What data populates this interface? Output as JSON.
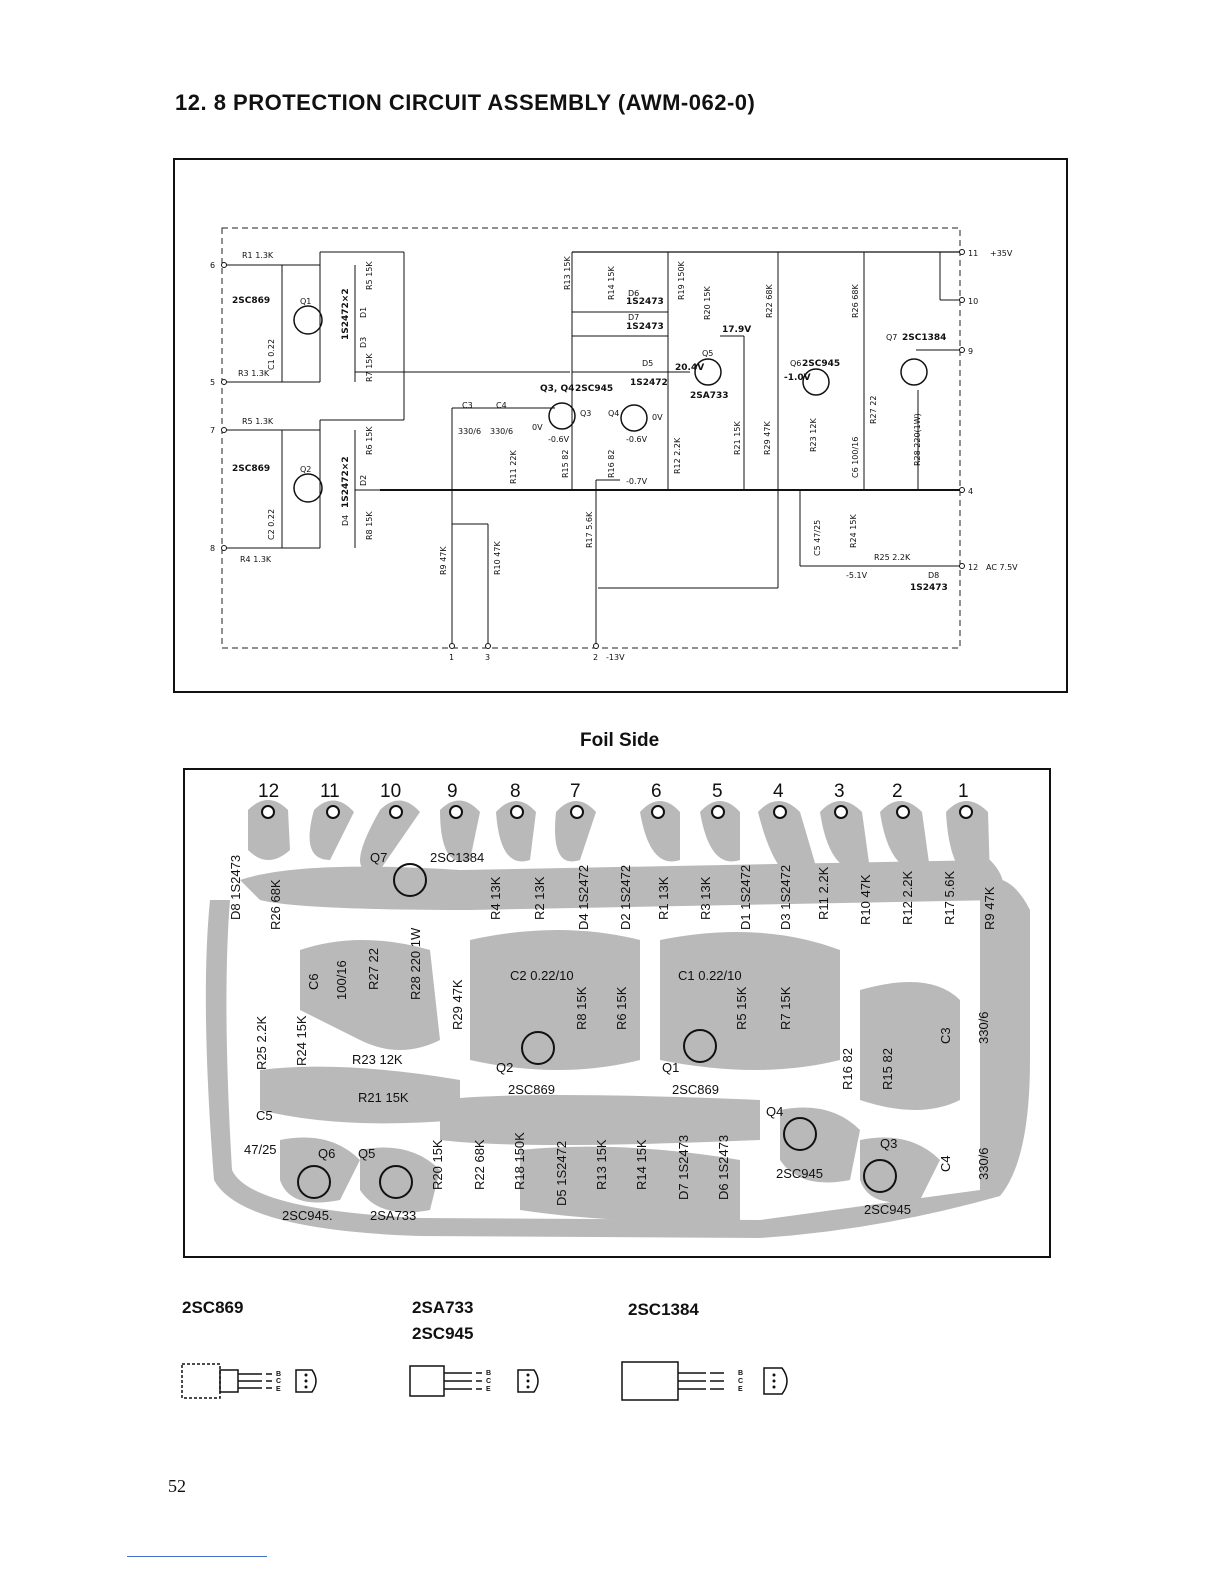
{
  "title": "12. 8 PROTECTION CIRCUIT ASSEMBLY (AWM-062-0)",
  "foil_side_label": "Foil Side",
  "page_number": "52",
  "schematic": {
    "terminals_right": [
      {
        "num": "11",
        "label": "+35V"
      },
      {
        "num": "10",
        "label": ""
      },
      {
        "num": "9",
        "label": ""
      },
      {
        "num": "4",
        "label": ""
      },
      {
        "num": "12",
        "label": "AC 7.5V"
      }
    ],
    "terminals_left": [
      "6",
      "5",
      "7",
      "8"
    ],
    "terminals_bottom": [
      {
        "num": "1",
        "label": ""
      },
      {
        "num": "3",
        "label": ""
      },
      {
        "num": "2",
        "label": "-13V"
      }
    ],
    "labels": {
      "r1": "R1 1.3K",
      "r3": "R3 1.3K",
      "r5": "R5 1.3K",
      "r4": "R4 1.3K",
      "q1_type": "2SC869",
      "q2_type": "2SC869",
      "q1": "Q1",
      "q2": "Q2",
      "c1": "C1 0.22",
      "c2": "C2 0.22",
      "d1_pair": "1S2472×2",
      "d2_pair": "1S2472×2",
      "r5b": "R5 15K",
      "r7": "R7 15K",
      "r6": "R6 15K",
      "r8": "R8 15K",
      "d1": "D1",
      "d3": "D3",
      "d2": "D2",
      "d4": "D4",
      "r9": "R9 47K",
      "r10": "R10 47K",
      "c3": "C3",
      "c4": "C4",
      "c3v": "330/6",
      "c4v": "330/6",
      "q34": "Q3, Q4",
      "q34_type": "2SC945",
      "q3": "Q3",
      "q4": "Q4",
      "v0a": "0V",
      "v0b": "0V",
      "v06a": "-0.6V",
      "v06b": "-0.6V",
      "v07": "-0.7V",
      "r11": "R11 22K",
      "r15": "R15 82",
      "r16": "R16 82",
      "r12": "R12 2.2K",
      "r17": "R17 5.6K",
      "r13": "R13 15K",
      "r14": "R14 15K",
      "r19": "R19 150K",
      "d6": "D6",
      "d6_type": "1S2473",
      "d7": "D7",
      "d7_type": "1S2473",
      "d5": "D5",
      "d5_type": "1S2472",
      "r20": "R20 15K",
      "v179": "17.9V",
      "v204": "20.4V",
      "q5": "Q5",
      "q5_type": "2SA733",
      "r22": "R22 68K",
      "q6": "Q6",
      "q6_type": "2SC945",
      "v10": "-1.0V",
      "r26": "R26 68K",
      "q7": "Q7",
      "q7_type": "2SC1384",
      "r21": "R21 15K",
      "r29": "R29 47K",
      "r23": "R23 12K",
      "c6": "C6 100/16",
      "r27": "R27 22",
      "r28": "R28 220(1W)",
      "c5": "C5 47/25",
      "r24": "R24 15K",
      "r25": "R25 2.2K",
      "v51": "-5.1V",
      "d8": "D8",
      "d8_type": "1S2473"
    }
  },
  "pcb": {
    "pads_top": [
      "12",
      "11",
      "10",
      "9",
      "8",
      "7",
      "6",
      "5",
      "4",
      "3",
      "2",
      "1"
    ],
    "labels": {
      "q7": "Q7",
      "q7_type": "2SC1384",
      "d8": "D8 1S2473",
      "r26": "R26 68K",
      "r4": "R4 13K",
      "r2": "R2 13K",
      "d4": "D4 1S2472",
      "d2": "D2 1S2472",
      "r1": "R1 13K",
      "r3": "R3 13K",
      "d1": "D1 1S2472",
      "d3": "D3 1S2472",
      "r11": "R11 2.2K",
      "r10": "R10 47K",
      "r12": "R12 2.2K",
      "r17": "R17 5.6K",
      "r9": "R9 47K",
      "c6": "C6",
      "c6v": "100/16",
      "r27": "R27 22",
      "r28": "R28 220 1W",
      "r29": "R29 47K",
      "c2": "C2 0.22/10",
      "r8": "R8 15K",
      "r6": "R6 15K",
      "c1": "C1 0.22/10",
      "r5": "R5 15K",
      "r7": "R7 15K",
      "r25": "R25 2.2K",
      "r24": "R24 15K",
      "r23": "R23 12K",
      "r21": "R21 15K",
      "q2": "Q2",
      "q2_type": "2SC869",
      "q1": "Q1",
      "q1_type": "2SC869",
      "r16": "R16 82",
      "r15": "R15 82",
      "c3": "C3",
      "c3v": "330/6",
      "c5": "C5",
      "c5v": "47/25",
      "q6": "Q6",
      "q5": "Q5",
      "q6_type": "2SC945.",
      "q5_type": "2SA733",
      "r20": "R20 15K",
      "r22": "R22 68K",
      "r18": "R18 150K",
      "d5": "D5 1S2472",
      "r13": "R13 15K",
      "r14": "R14 15K",
      "d7": "D7 1S2473",
      "d6": "D6 1S2473",
      "q4": "Q4",
      "q4_type": "2SC945",
      "q3": "Q3",
      "q3_type": "2SC945",
      "c4": "C4",
      "c4v": "330/6"
    }
  },
  "packages": [
    {
      "name": "2SC869",
      "name2": "",
      "pins": [
        "B",
        "C",
        "E"
      ]
    },
    {
      "name": "2SA733",
      "name2": "2SC945",
      "pins": [
        "B",
        "C",
        "E"
      ]
    },
    {
      "name": "2SC1384",
      "name2": "",
      "pins": [
        "B",
        "C",
        "E"
      ]
    }
  ]
}
